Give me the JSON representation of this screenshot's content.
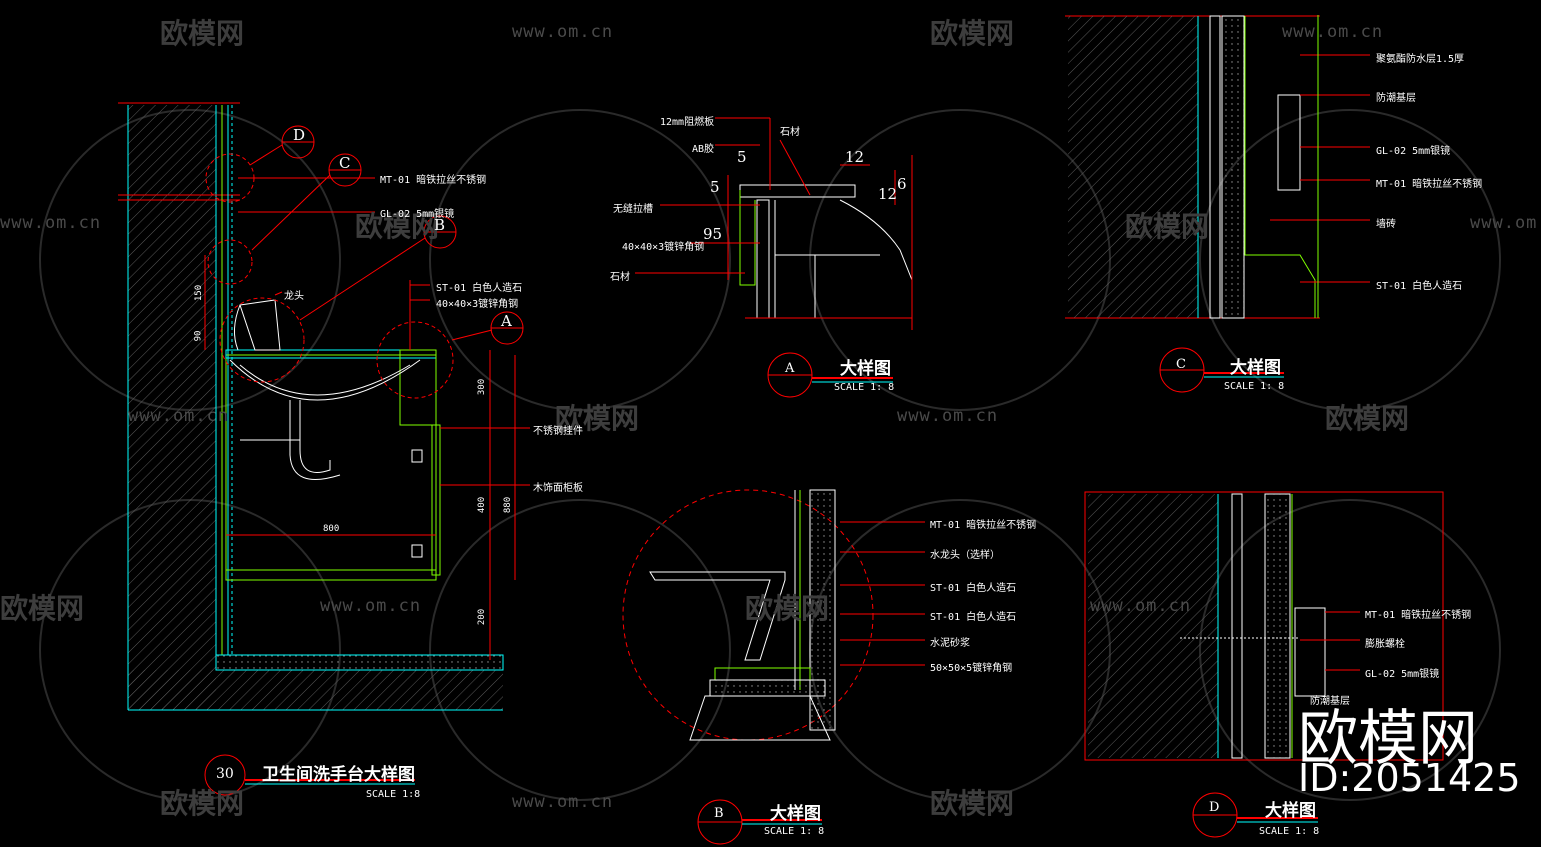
{
  "watermarks": {
    "site": "www.om.cn",
    "logo": "欧模网"
  },
  "brand": {
    "name": "欧模网",
    "id": "ID:2051425"
  },
  "main_detail": {
    "tag": "30",
    "title": "卫生间洗手台大样图",
    "scale": "SCALE 1:8",
    "callouts": [
      "MT-01 暗铁拉丝不锈钢",
      "GL-02 5mm银镜",
      "龙头",
      "ST-01 白色人造石",
      "40×40×3镀锌角钢",
      "不锈钢挂件",
      "木饰面柜板"
    ],
    "dims": [
      "150",
      "90",
      "300",
      "400",
      "800",
      "880",
      "200"
    ],
    "markers": [
      "D",
      "C",
      "B",
      "A"
    ]
  },
  "detail_a": {
    "tag": "A",
    "title": "大样图",
    "scale": "SCALE 1: 8",
    "callouts": [
      "12mm阻燃板",
      "AB胶",
      "石材",
      "无缝拉槽",
      "40×40×3镀锌角钢",
      "石材"
    ],
    "dims": [
      "5",
      "12",
      "5",
      "12",
      "95",
      "6"
    ]
  },
  "detail_b": {
    "tag": "B",
    "title": "大样图",
    "scale": "SCALE 1: 8",
    "callouts": [
      "MT-01 暗铁拉丝不锈钢",
      "水龙头（选样）",
      "ST-01 白色人造石",
      "ST-01 白色人造石",
      "水泥砂浆",
      "50×50×5镀锌角钢"
    ]
  },
  "detail_c": {
    "tag": "C",
    "title": "大样图",
    "scale": "SCALE 1: 8",
    "callouts": [
      "聚氨酯防水层1.5厚",
      "防潮基层",
      "GL-02 5mm银镜",
      "MT-01 暗铁拉丝不锈钢",
      "墙砖",
      "ST-01 白色人造石"
    ]
  },
  "detail_d": {
    "tag": "D",
    "title": "大样图",
    "scale": "SCALE 1: 8",
    "callouts": [
      "MT-01 暗铁拉丝不锈钢",
      "膨胀螺栓",
      "GL-02 5mm银镜",
      "防潮基层"
    ]
  },
  "colors": {
    "background": "#000000",
    "cyan": "#00ffff",
    "red": "#ff0000",
    "green": "#7fff00",
    "white": "#ffffff",
    "hatch": "#7f7f7f"
  }
}
